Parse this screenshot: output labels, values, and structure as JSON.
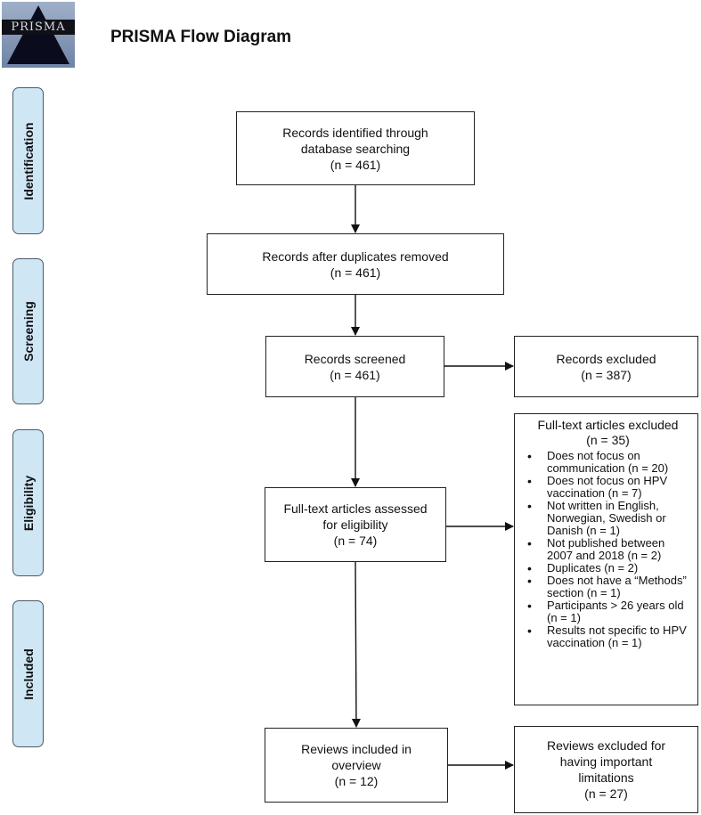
{
  "header": {
    "logo_text": "PRISMA",
    "title": "PRISMA Flow Diagram"
  },
  "phases": [
    {
      "label": "Identification"
    },
    {
      "label": "Screening"
    },
    {
      "label": "Eligibility"
    },
    {
      "label": "Included"
    }
  ],
  "boxes": {
    "identified": {
      "text": "Records identified through database searching",
      "n": "(n = 461)"
    },
    "after_duplicates": {
      "text": "Records after duplicates removed",
      "n": "(n = 461)"
    },
    "screened": {
      "text": "Records screened",
      "n": "(n = 461)"
    },
    "excluded": {
      "text": "Records excluded",
      "n": "(n = 387)"
    },
    "fulltext_assessed": {
      "text": "Full-text articles assessed for eligibility",
      "n": "(n = 74)"
    },
    "included": {
      "text": "Reviews included in overview",
      "n": "(n = 12)"
    },
    "reviews_excluded": {
      "text": "Reviews excluded for having important limitations",
      "n": "(n = 27)"
    }
  },
  "fulltext_excluded": {
    "title": "Full-text articles excluded",
    "n": "(n = 35)",
    "reasons": [
      "Does not focus on communication (n = 20)",
      "Does not focus on HPV vaccination (n = 7)",
      "Not written in English, Norwegian, Swedish or Danish (n = 1)",
      "Not published between 2007 and 2018 (n = 2)",
      "Duplicates (n = 2)",
      "Does not have a “Methods” section (n = 1)",
      "Participants > 26 years old (n = 1)",
      "Results not specific to HPV vaccination (n = 1)"
    ]
  }
}
